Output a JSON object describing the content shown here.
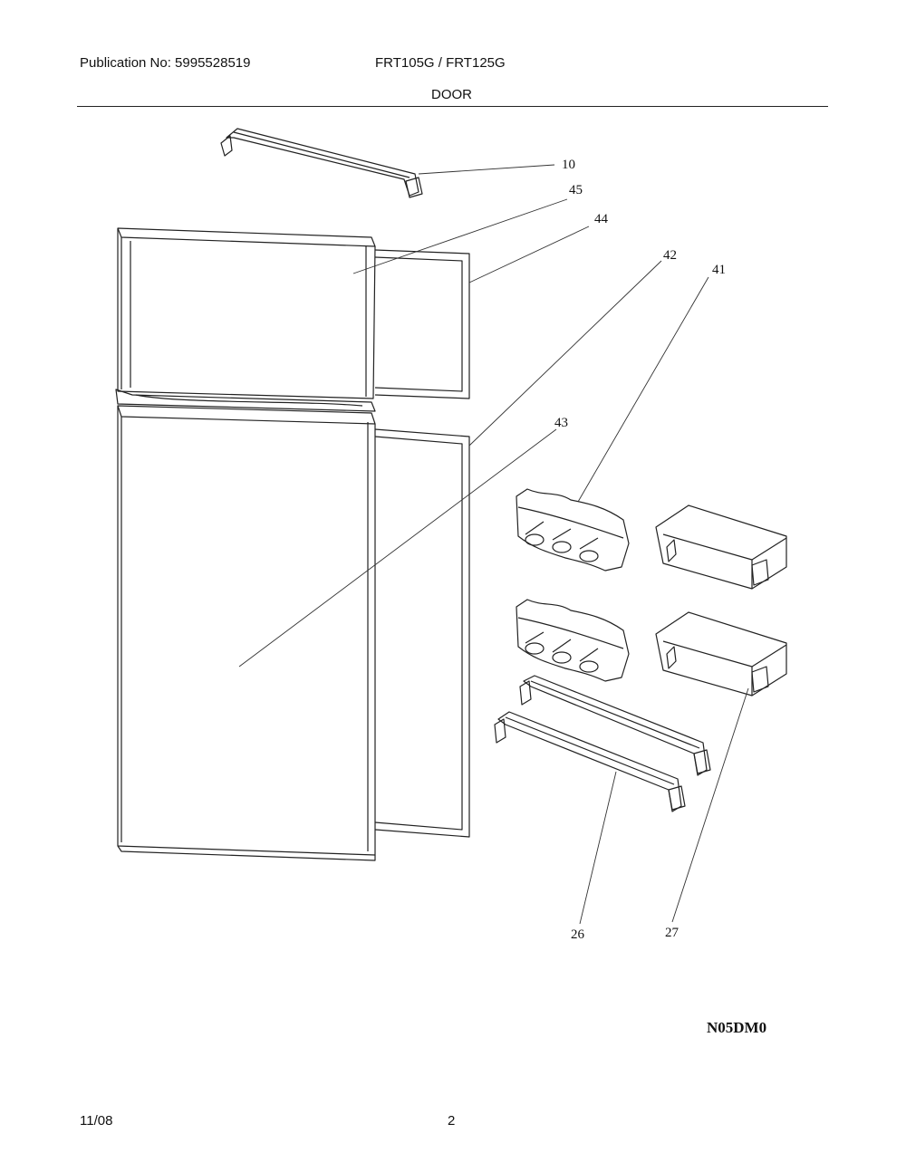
{
  "header": {
    "publication": "Publication No: 5995528519",
    "models": "FRT105G / FRT125G",
    "section": "DOOR"
  },
  "callouts": {
    "c10": "10",
    "c45": "45",
    "c44": "44",
    "c42": "42",
    "c41": "41",
    "c43": "43",
    "c26": "26",
    "c27": "27"
  },
  "diagram_code": "N05DM0",
  "footer": {
    "date": "11/08",
    "page": "2"
  }
}
